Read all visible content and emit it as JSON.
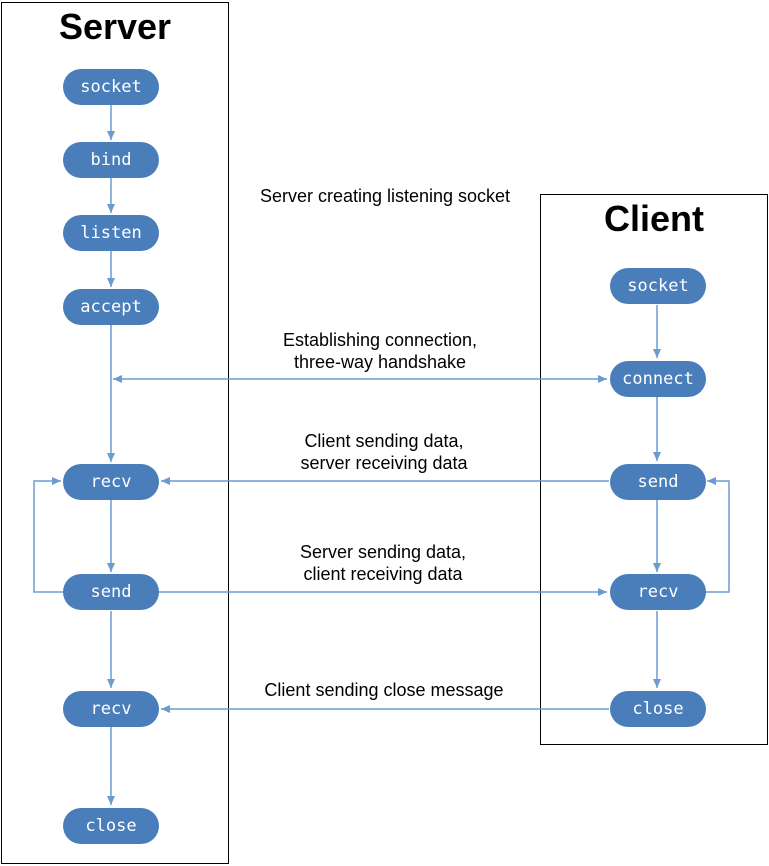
{
  "server": {
    "title": "Server",
    "steps": [
      "socket",
      "bind",
      "listen",
      "accept",
      "recv",
      "send",
      "recv",
      "close"
    ]
  },
  "client": {
    "title": "Client",
    "steps": [
      "socket",
      "connect",
      "send",
      "recv",
      "close"
    ]
  },
  "captions": {
    "listening": "Server creating listening socket",
    "handshake": [
      "Establishing connection,",
      "three-way handshake"
    ],
    "client_send": [
      "Client sending data,",
      "server receiving data"
    ],
    "server_send": [
      "Server sending data,",
      "client receiving data"
    ],
    "close": "Client sending close message"
  },
  "colors": {
    "node_fill": "#4a7ebb",
    "arrow": "#6b9bd1",
    "text": "#000000"
  }
}
